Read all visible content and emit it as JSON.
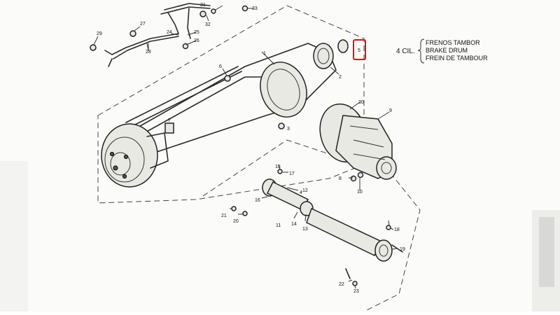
{
  "legend": {
    "cylinders": "4 CIL.",
    "lines": [
      "FRENOS TAMBOR",
      "BRAKE DRUM",
      "FREIN DE TAMBOUR"
    ]
  },
  "callouts": {
    "c1": "1",
    "c2": "2",
    "c3": "3",
    "c4": "4",
    "c5": "5",
    "c6": "6",
    "c7": "7",
    "c8": "8",
    "c9": "9",
    "c10": "10",
    "c11": "11",
    "c12": "12",
    "c13": "13",
    "c14": "14",
    "c15": "15",
    "c16": "16",
    "c17": "17",
    "c18": "18",
    "c19": "19",
    "c20": "20",
    "c21": "21",
    "c22": "22",
    "c23": "23",
    "c24": "24",
    "c25": "25",
    "c26": "26",
    "c27": "27",
    "c28": "28",
    "c29": "29",
    "c30": "30",
    "c31": "31",
    "c32": "32",
    "c33": "33"
  },
  "highlight": {
    "color": "#e01010",
    "label_ref": "5"
  }
}
